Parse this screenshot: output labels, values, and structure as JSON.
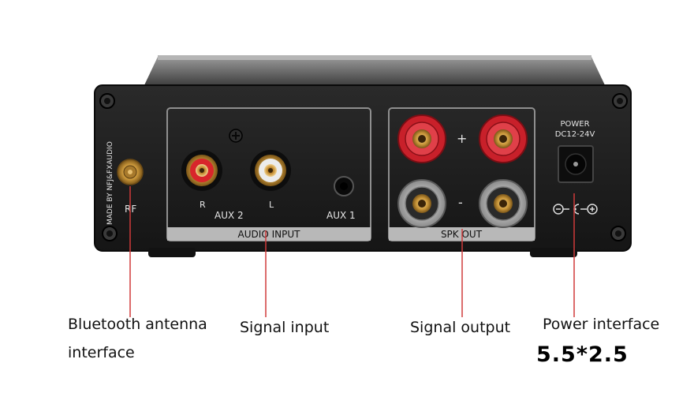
{
  "device": {
    "brand_vertical": "MADE BY NFJ&FXAUDIO",
    "rf_label": "RF",
    "audio_input_label": "AUDIO INPUT",
    "aux2_label": "AUX 2",
    "aux1_label": "AUX 1",
    "ch_r": "R",
    "ch_l": "L",
    "spk_out_label": "SPK OUT",
    "plus": "+",
    "minus": "-",
    "power_label": "POWER",
    "power_voltage": "DC12-24V",
    "polarity_symbol": "⊖-C-⊕"
  },
  "callouts": {
    "bluetooth_line1": "Bluetooth antenna",
    "bluetooth_line2": "interface",
    "signal_input": "Signal input",
    "signal_output": "Signal output",
    "power_interface": "Power interface",
    "power_size": "5.5*2.5"
  },
  "colors": {
    "panel": "#1c1c1c",
    "callout_line": "#d03a3a",
    "rca_red": "#d8262b",
    "rca_white": "#e8e8e8",
    "binding_red": "#c8202a"
  }
}
